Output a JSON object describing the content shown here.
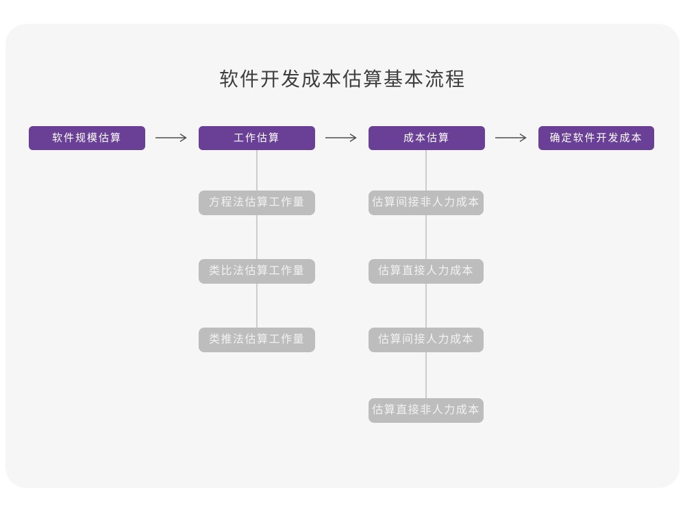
{
  "title": "软件开发成本估算基本流程",
  "colors": {
    "page_background": "#ffffff",
    "card_background": "#f6f6f7",
    "primary_box": "#6a4096",
    "primary_box_text": "#ffffff",
    "sub_box": "#bdbdbd",
    "sub_box_text": "#f2f2f2",
    "connector_line": "#cccccc",
    "arrow": "#4a4a4a",
    "title_text": "#3d3d3d"
  },
  "flow": {
    "steps": [
      {
        "label": "软件规模估算"
      },
      {
        "label": "工作估算"
      },
      {
        "label": "成本估算"
      },
      {
        "label": "确定软件开发成本"
      }
    ],
    "work_methods": [
      {
        "label": "方程法估算工作量"
      },
      {
        "label": "类比法估算工作量"
      },
      {
        "label": "类推法估算工作量"
      }
    ],
    "cost_items": [
      {
        "label": "估算间接非人力成本"
      },
      {
        "label": "估算直接人力成本"
      },
      {
        "label": "估算间接人力成本"
      },
      {
        "label": "估算直接非人力成本"
      }
    ]
  }
}
